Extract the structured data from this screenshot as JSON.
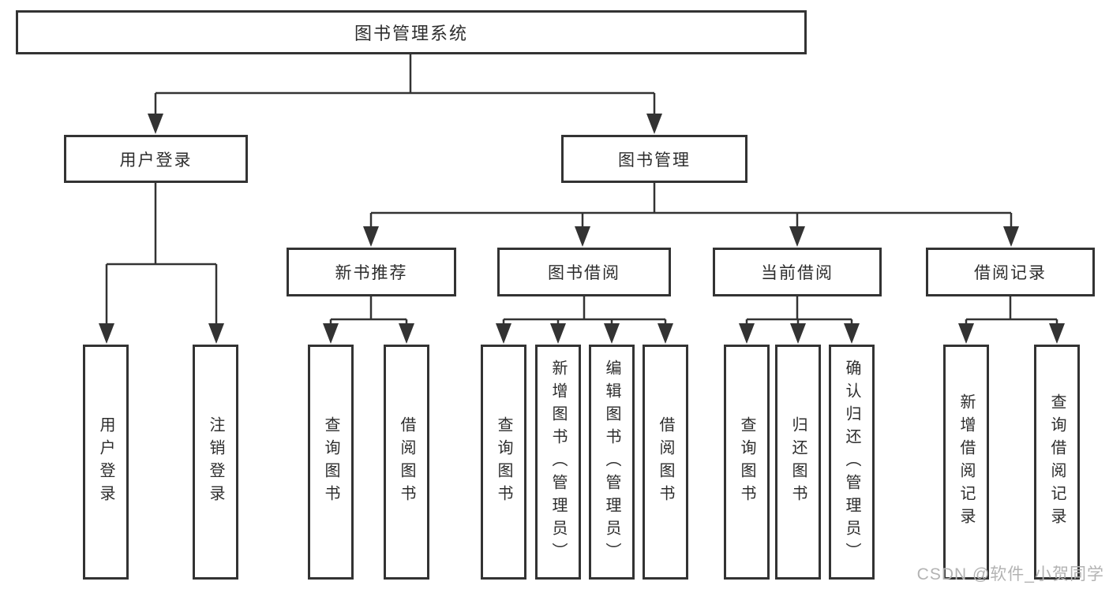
{
  "tree": {
    "root": {
      "label": "图书管理系统"
    },
    "branches": [
      {
        "label": "用户登录",
        "children": [
          {
            "label": "用户登录"
          },
          {
            "label": "注销登录"
          }
        ]
      },
      {
        "label": "图书管理",
        "children": [
          {
            "label": "新书推荐",
            "children": [
              {
                "label": "查询图书"
              },
              {
                "label": "借阅图书"
              }
            ]
          },
          {
            "label": "图书借阅",
            "children": [
              {
                "label": "查询图书"
              },
              {
                "label": "新增图书（管理员）"
              },
              {
                "label": "编辑图书（管理员）"
              },
              {
                "label": "借阅图书"
              }
            ]
          },
          {
            "label": "当前借阅",
            "children": [
              {
                "label": "查询图书"
              },
              {
                "label": "归还图书"
              },
              {
                "label": "确认归还（管理员）"
              }
            ]
          },
          {
            "label": "借阅记录",
            "children": [
              {
                "label": "新增借阅记录"
              },
              {
                "label": "查询借阅记录"
              }
            ]
          }
        ]
      }
    ]
  },
  "watermark": {
    "text": "CSDN @软件_小贺同学"
  },
  "colors": {
    "line": "#333333",
    "text": "#2d2d2d",
    "background": "#ffffff",
    "watermark": "#b3b3b3"
  }
}
